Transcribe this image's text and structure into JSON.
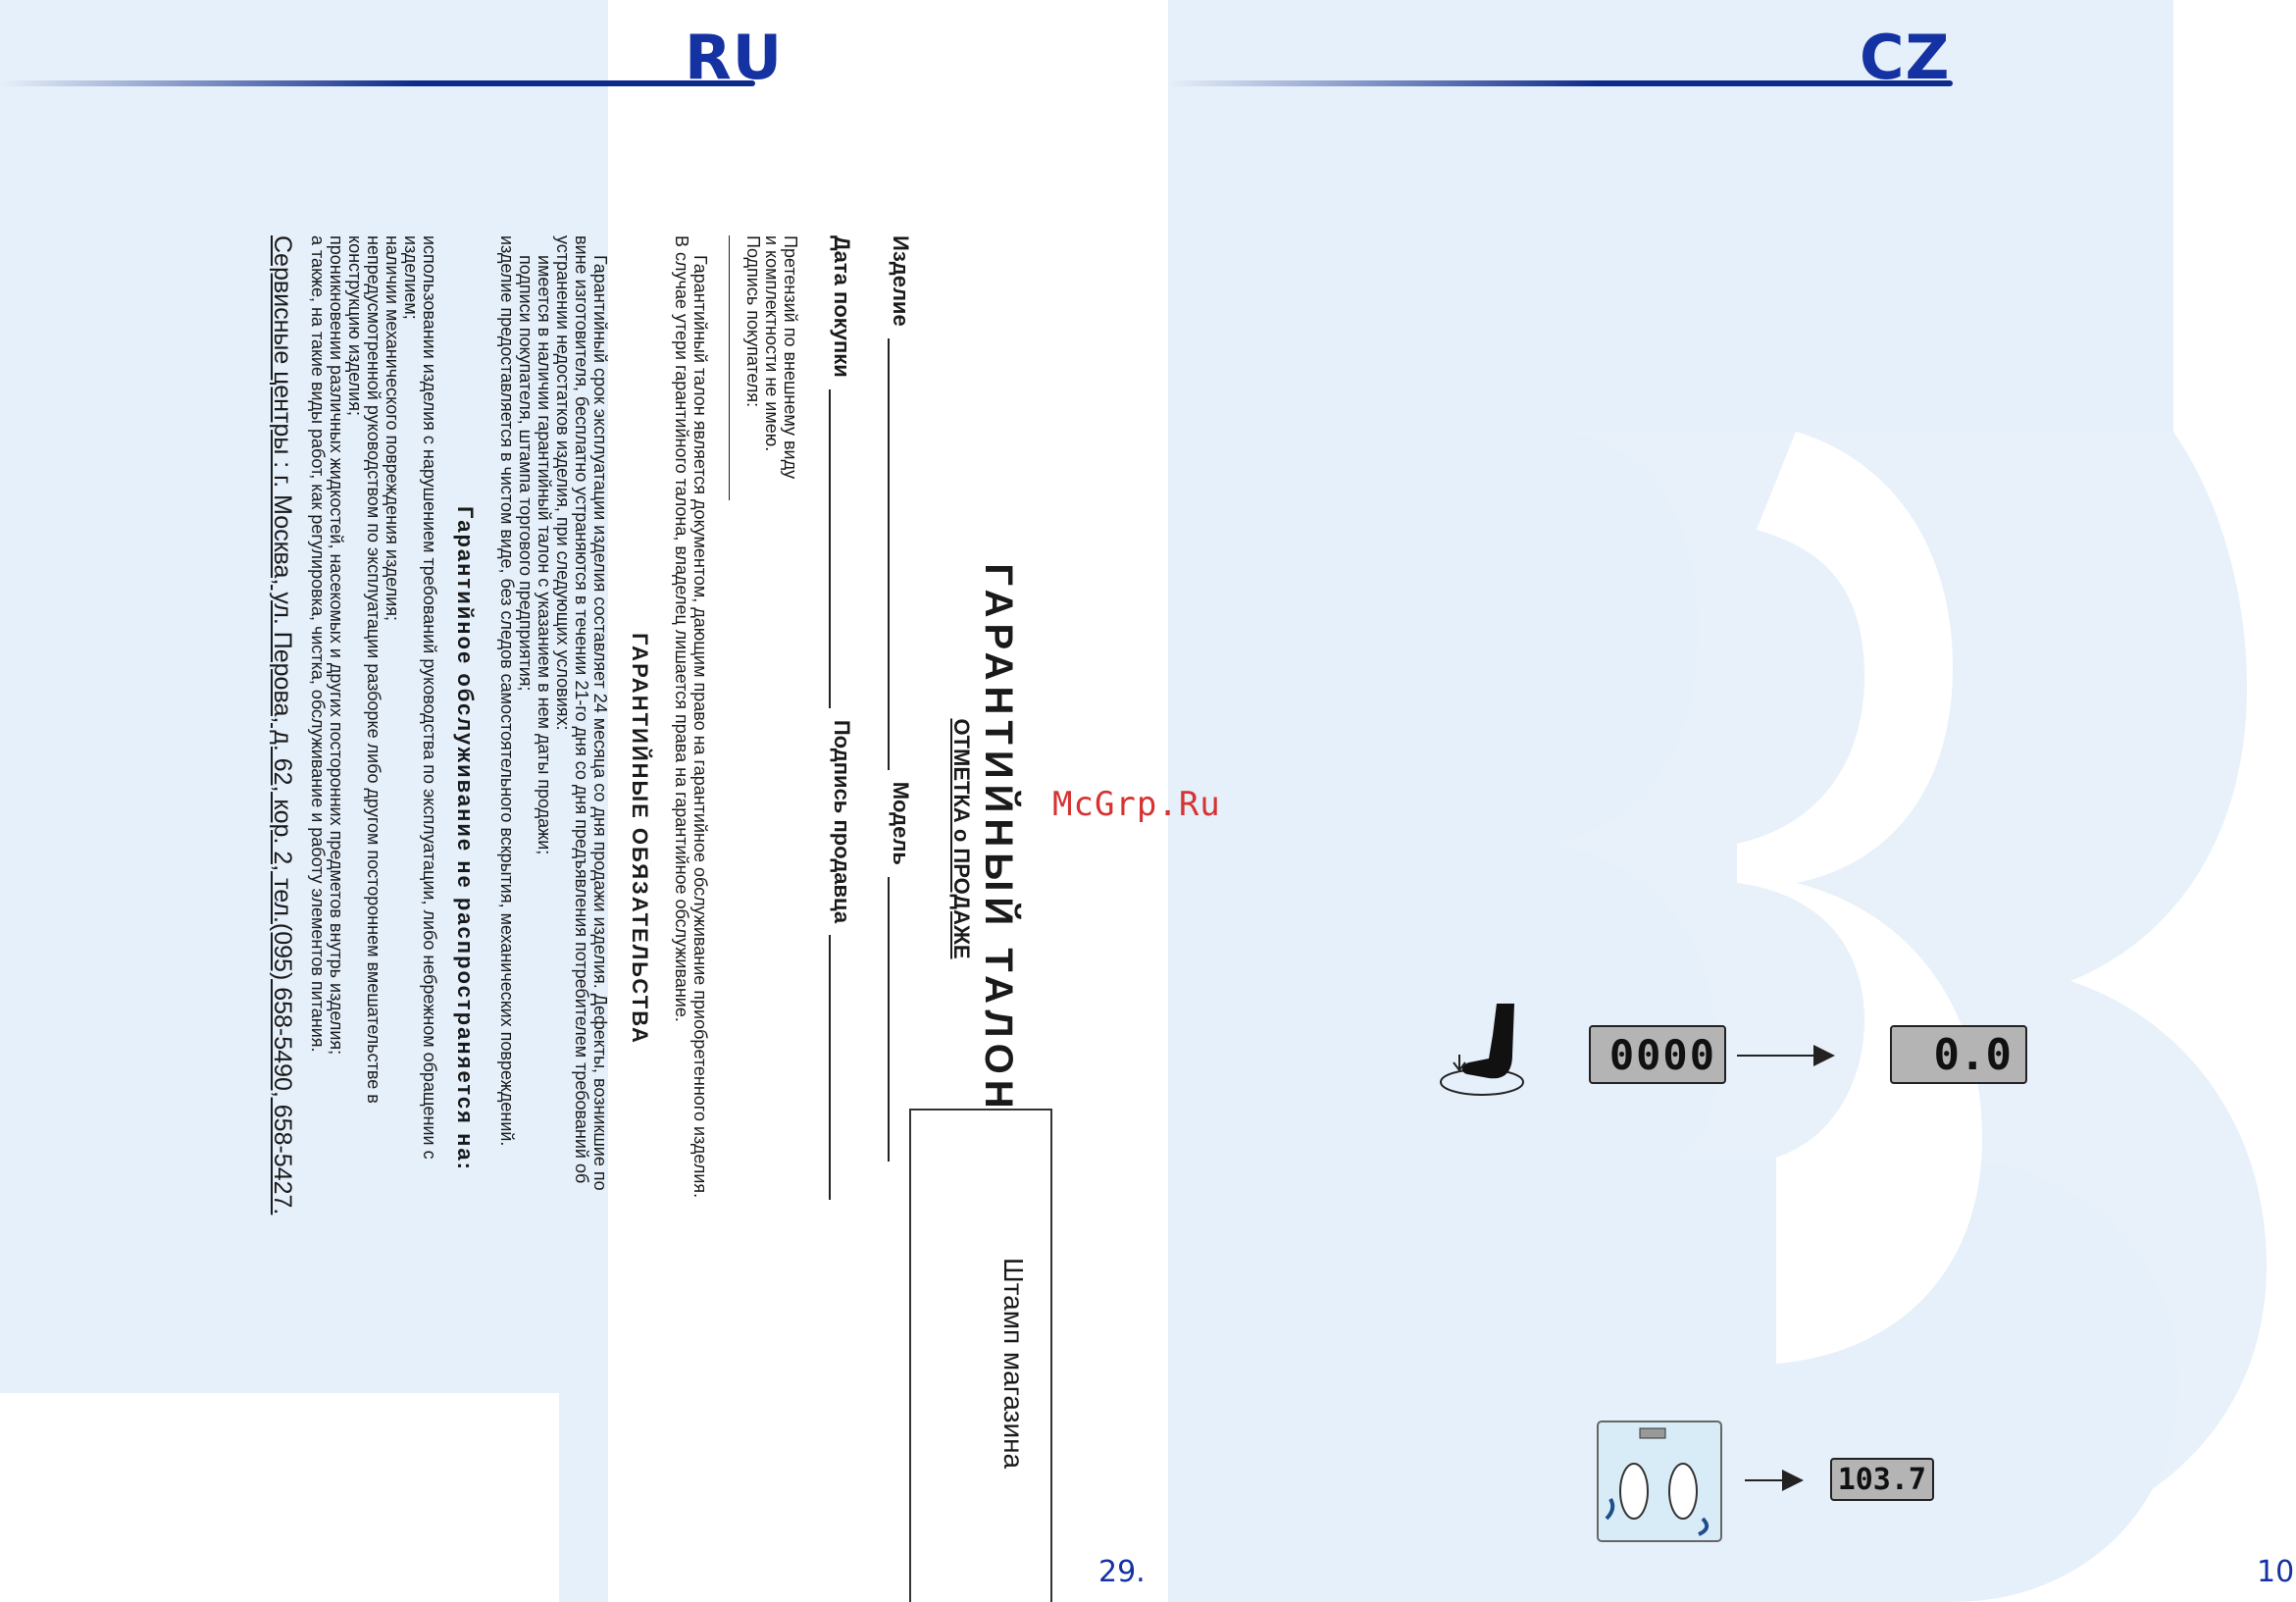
{
  "pages": {
    "left": {
      "lang": "RU",
      "page_number": "29.",
      "title": "ГАРАНТИЙНЫЙ  ТАЛОН",
      "subtitle": "ОТМЕТКА о ПРОДАЖЕ",
      "fields": {
        "product": "Изделие",
        "model": "Модель",
        "purchase_date": "Дата покупки",
        "seller_signature": "Подпись продавца"
      },
      "claims": [
        "Претензий по внешнему виду",
        "и комплектности не имею.",
        "Подпись покупателя:"
      ],
      "stamp": "Штамп магазина",
      "intro": [
        "Гарантийный талон является документом, дающим право на гарантийное обслуживание  приобретенного изделия.",
        "В случае утери гарантийного талона, владелец лишается права на гарантийное обслуживание."
      ],
      "obligations_title": "ГАРАНТИЙНЫЕ  ОБЯЗАТЕЛЬСТВА",
      "obligations": [
        "Гарантийный срок эксплуатации изделия составляет 24 месяца  со дня продажи изделия.  Дефекты, возникшие по",
        "вине изготовителя, бесплатно устраняются в течении 21-го дня со  дня предъявления потребителем требований об",
        "устранении недостатков изделия, при  следующих условиях:",
        "имеется в наличии гарантийный талон с указанием в нем даты продажи;",
        "подписи покупателя, штампа торгового предприятия;",
        "изделие предоставляется в чистом виде, без следов самостоятельного вскрытия, механических повреждений."
      ],
      "exclusions_title": "Гарантийное обслуживание не  распространяется на:",
      "exclusions": [
        "использовании изделия с нарушением требований руководства по эксплуатации, либо небрежном обращении с",
        "изделием;",
        "наличии механического повреждения изделия;",
        "непредусмотренной руководством по эксплуатации разборке либо другом постороннем вмешательстве в",
        "конструкцию изделия;",
        "проникновении различных жидкостей, насекомых и других посторонних предметов внутрь изделия;",
        "а также, на такие виды работ, как регулировка, чистка, обслуживание и работу элементов питания."
      ],
      "service_centers": "Сервисные центры : г. Москва, ул. Перова, д. 62, кор. 2, тел.(095) 658-5490, 658-5427."
    },
    "right": {
      "lang": "CZ",
      "page_number": "10.",
      "display_initial": "0000",
      "display_zero": "0.0",
      "display_weight": "103.7",
      "icons": [
        "foot-tap-icon",
        "arrow-right-icon",
        "scale-footprints-icon"
      ]
    },
    "watermark": "McGrp.Ru"
  },
  "colors": {
    "brand_blue": "#1532a3",
    "background_blue": "#e6f0fa",
    "lcd_gray": "#b4b4b4",
    "watermark_red": "#d63333"
  }
}
